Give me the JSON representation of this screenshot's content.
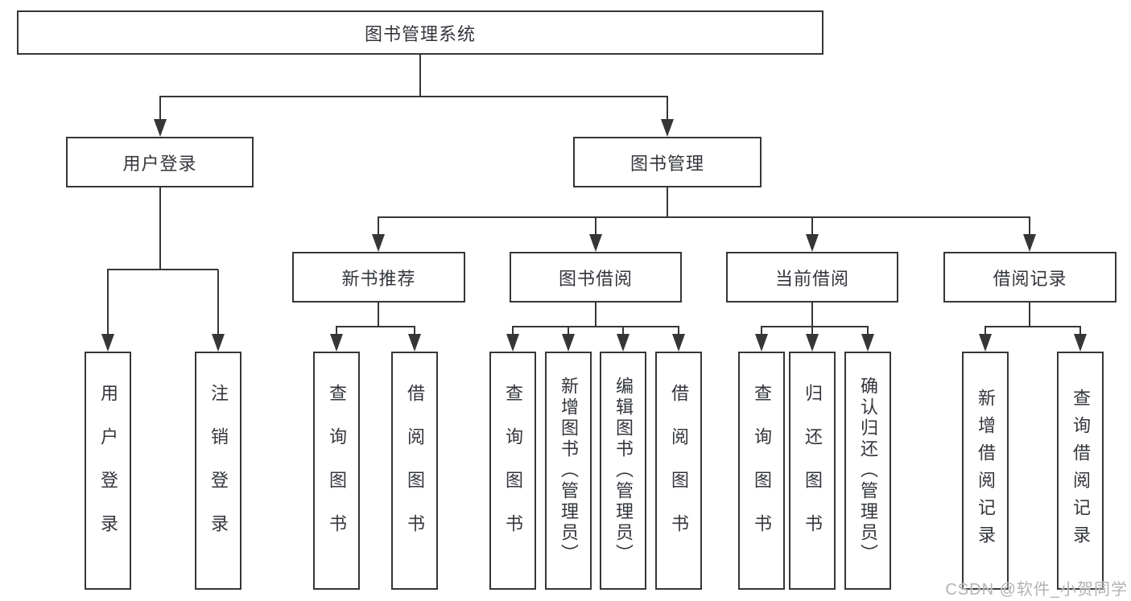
{
  "tree": {
    "label": "图书管理系统",
    "children": [
      {
        "label": "用户登录",
        "children": [
          {
            "label": "用户登录"
          },
          {
            "label": "注销登录"
          }
        ]
      },
      {
        "label": "图书管理",
        "children": [
          {
            "label": "新书推荐",
            "children": [
              {
                "label": "查询图书"
              },
              {
                "label": "借阅图书"
              }
            ]
          },
          {
            "label": "图书借阅",
            "children": [
              {
                "label": "查询图书"
              },
              {
                "label": "新增图书（管理员）"
              },
              {
                "label": "编辑图书（管理员）"
              },
              {
                "label": "借阅图书"
              }
            ]
          },
          {
            "label": "当前借阅",
            "children": [
              {
                "label": "查询图书"
              },
              {
                "label": "归还图书"
              },
              {
                "label": "确认归还（管理员）"
              }
            ]
          },
          {
            "label": "借阅记录",
            "children": [
              {
                "label": "新增借阅记录"
              },
              {
                "label": "查询借阅记录"
              }
            ]
          }
        ]
      }
    ]
  },
  "watermark": {
    "text": "CSDN @软件_小贺同学"
  },
  "colors": {
    "line": "#363636",
    "text": "#33363b",
    "background": "#ffffff",
    "watermark": "#b3b3b3"
  }
}
